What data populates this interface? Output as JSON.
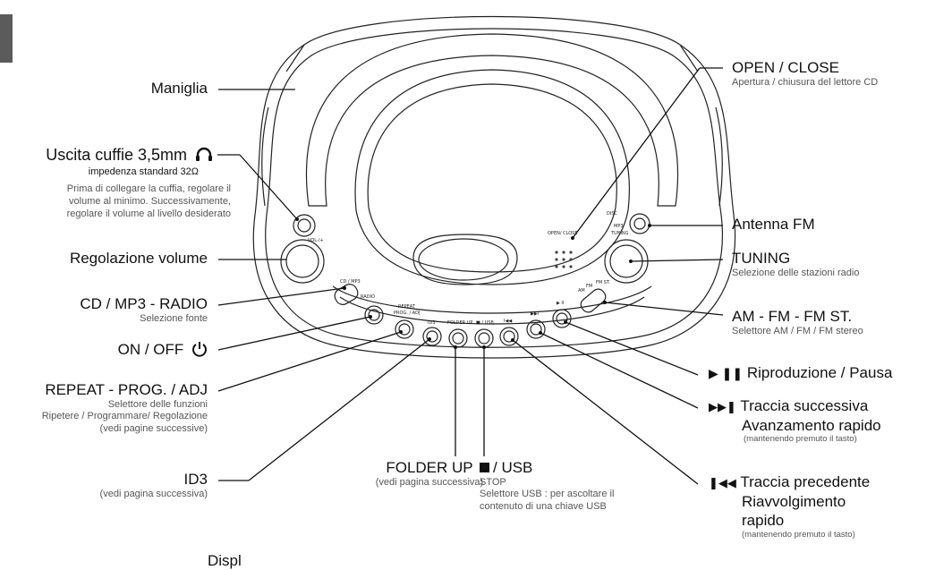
{
  "labels_left": {
    "handle": "Maniglia",
    "headphone_title": "Uscita cuffie 3,5mm",
    "headphone_impedance": "impedenza standard 32Ω",
    "headphone_note_1": "Prima di collegare la cuffia, regolare il",
    "headphone_note_2": "volume al minimo. Successivamente,",
    "headphone_note_3": "regolare il volume al livello desiderato",
    "volume": "Regolazione volume",
    "source_title": "CD / MP3  -  RADIO",
    "source_sub": "Selezione fonte",
    "power": "ON / OFF",
    "repeat_title": "REPEAT - PROG. / ADJ",
    "repeat_sub_1": "Selettore delle funzioni",
    "repeat_sub_2": "Ripetere / Programmare/ Regolazione",
    "repeat_sub_3": "(vedi pagine successive)",
    "id3_title": "ID3",
    "id3_sub": "(vedi pagina successiva)",
    "partial_bottom": "Displ"
  },
  "labels_bottom": {
    "folder_title": "FOLDER UP",
    "folder_sub": "(vedi pagina successiva)",
    "usb_title": "/ USB",
    "usb_stop": "STOP",
    "usb_sub_1": "Selettore USB : per ascoltare il",
    "usb_sub_2": "contenuto di una chiave  USB"
  },
  "labels_right": {
    "open_title": "OPEN / CLOSE",
    "open_sub": "Apertura / chiusura del lettore CD",
    "antenna": "Antenna FM",
    "tuning_title": "TUNING",
    "tuning_sub": "Selezione delle stazioni radio",
    "band_title": "AM - FM - FM ST.",
    "band_sub": "Selettore AM / FM / FM stereo",
    "play_title": "Riproduzione / Pausa",
    "next_title": "Traccia successiva",
    "next_title_2": "Avanzamento rapido",
    "next_sub": "(mantenendo premuto il tasto)",
    "prev_title": "Traccia precedente",
    "prev_title_2": "Riavvolgimento",
    "prev_title_3": "rapido",
    "prev_sub": "(mantenendo premuto il tasto)"
  },
  "device_labels": {
    "vol": "VOL-/+",
    "tuning": "TUNING",
    "cd_mp3": "CD / MP3",
    "radio": "RADIO",
    "repeat": "REPEAT",
    "prog_adj": "PROG. / ADJ",
    "id3": "ID3",
    "folder_up": "FOLDER UP",
    "stop_usb": "■ / USB",
    "prev": "I◀◀",
    "next": "▶▶I",
    "play": "▶ II",
    "am": "AM",
    "fm": "FM",
    "fm_st": "FM ST.",
    "open_close": "OPEN/ CLOSE",
    "cd_logo": "DISC",
    "mp3": "MP3"
  }
}
